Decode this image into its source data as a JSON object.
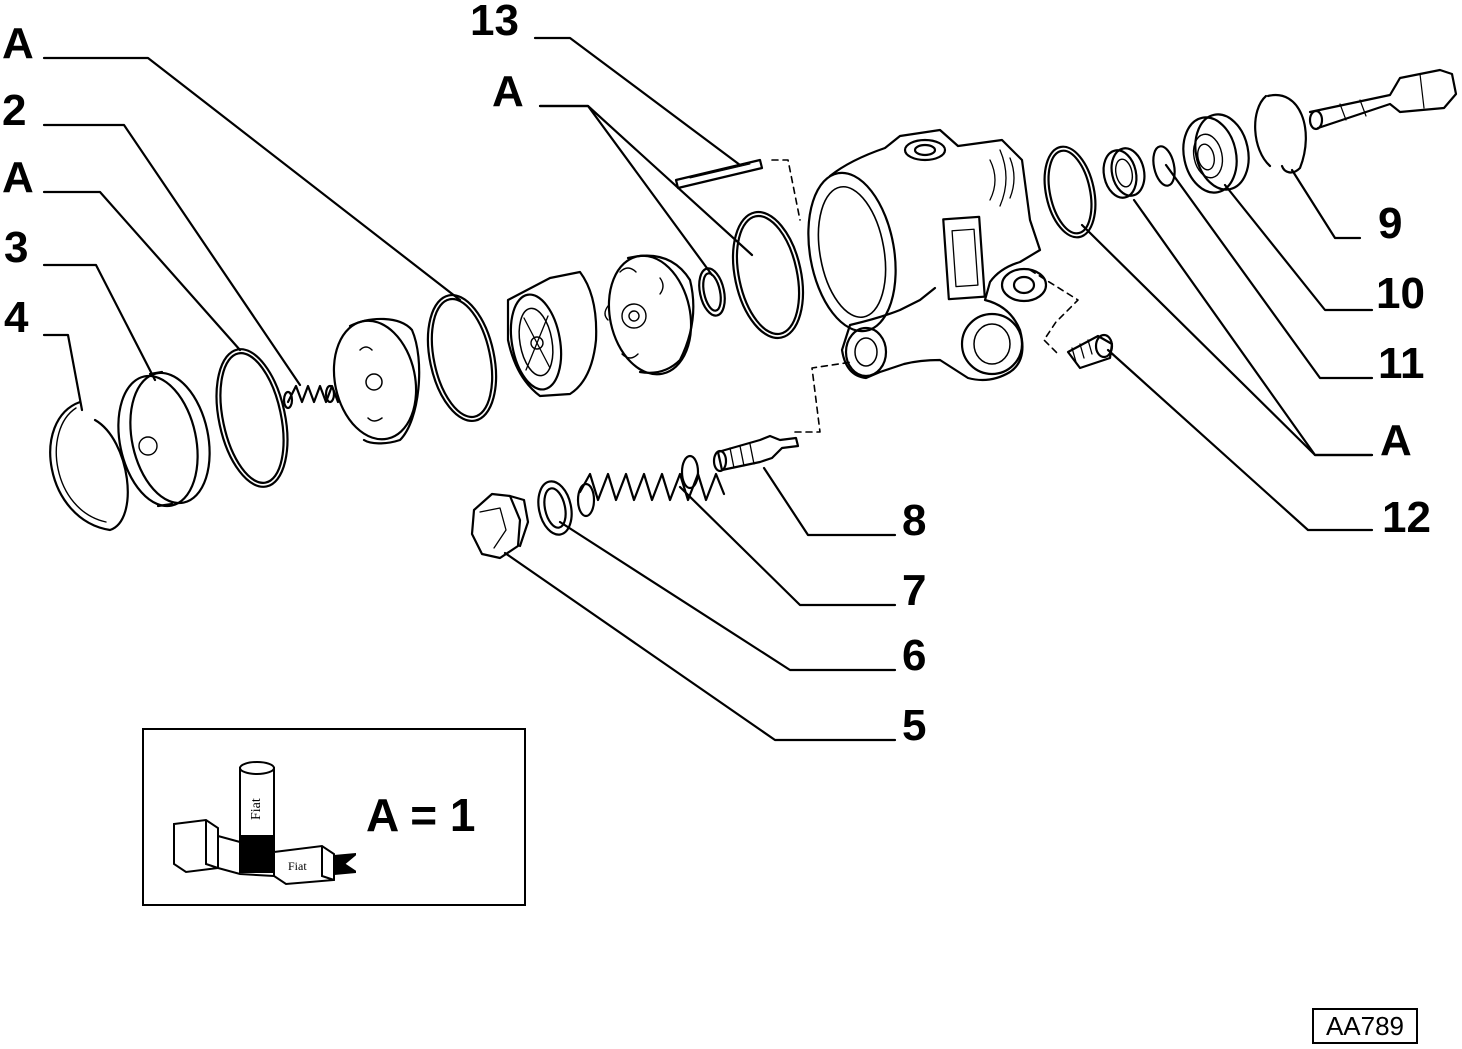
{
  "callouts": {
    "label_A_1": "A",
    "label_2": "2",
    "label_A_2": "A",
    "label_3": "3",
    "label_4": "4",
    "label_13": "13",
    "label_A_3": "A",
    "label_9": "9",
    "label_10": "10",
    "label_11": "11",
    "label_A_4": "A",
    "label_12": "12",
    "label_8": "8",
    "label_7": "7",
    "label_6": "6",
    "label_5": "5"
  },
  "legend": {
    "text": "A = 1",
    "tube_brand": "Fiat",
    "box_brand": "Fiat"
  },
  "reference_code": "AA789"
}
